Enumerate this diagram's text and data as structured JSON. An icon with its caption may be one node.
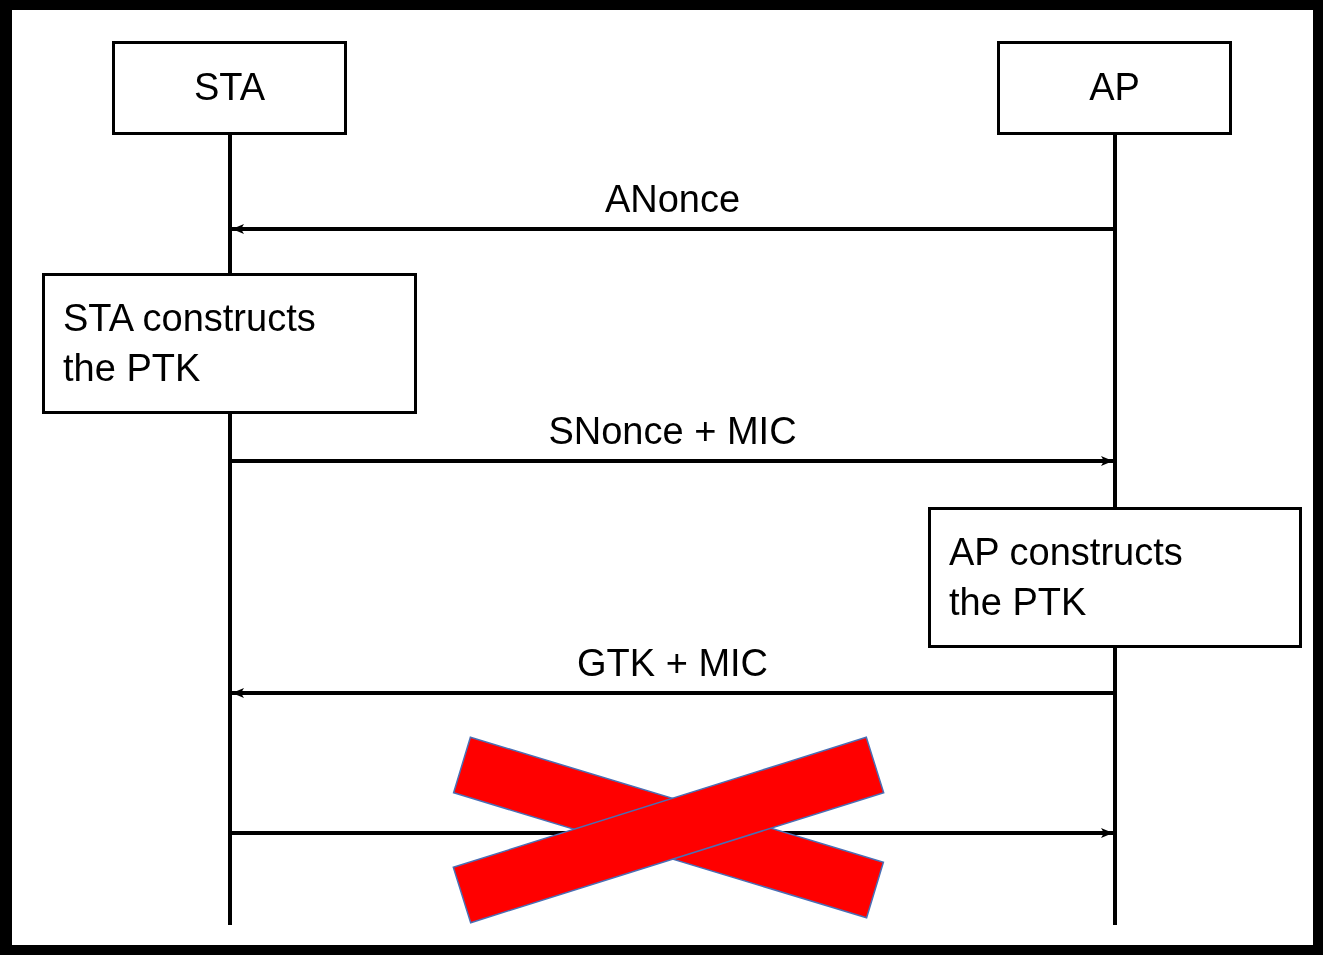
{
  "diagram": {
    "nodes": [
      {
        "text": [
          "STA"
        ]
      },
      {
        "text": [
          "AP"
        ]
      },
      {
        "text": [
          "STA constructs the PTK"
        ]
      },
      {
        "text": [
          "AP constructs the PTK"
        ]
      },
      {
        "text": [],
        "shape": "bar"
      },
      {
        "text": [],
        "shape": "bar"
      }
    ],
    "edges": [
      {
        "from": 5,
        "to": 4,
        "arrow": "to",
        "label": "ANonce"
      },
      {
        "from": 4,
        "to": 5,
        "arrow": "to",
        "label": "SNonce + MIC"
      },
      {
        "from": 5,
        "to": 4,
        "arrow": "to",
        "label": "GTK + MIC"
      },
      {
        "from": 4,
        "to": 5,
        "arrow": "to"
      }
    ]
  }
}
